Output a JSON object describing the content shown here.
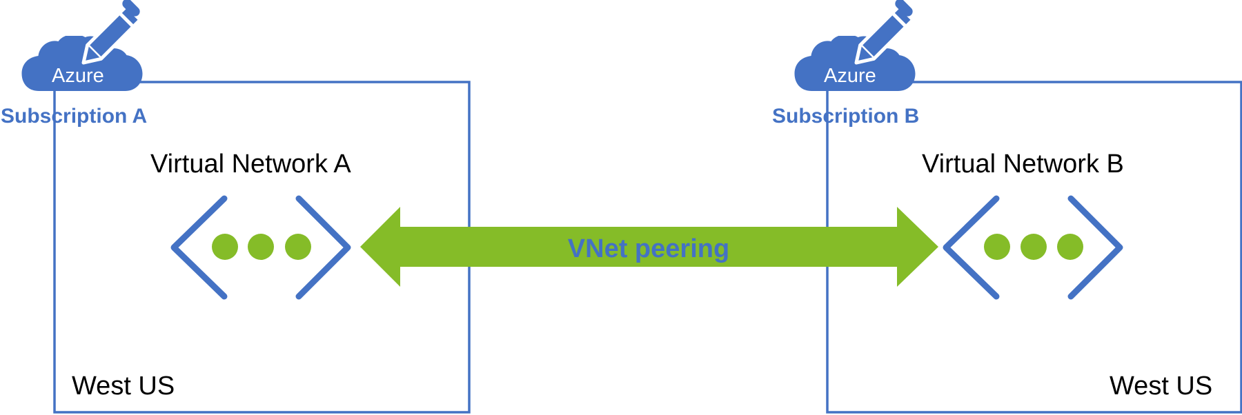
{
  "colors": {
    "azure_blue": "#4472c4",
    "peering_green": "#85bc28",
    "dot_green": "#85bc28",
    "text": "#000000",
    "background": "#ffffff"
  },
  "subscriptions": [
    {
      "azure_label": "Azure",
      "title": "Subscription A",
      "vnet_label": "Virtual Network A",
      "region": "West US",
      "icon": "azure-cloud-edit-icon",
      "vnet_icon": "virtual-network-icon"
    },
    {
      "azure_label": "Azure",
      "title": "Subscription B",
      "vnet_label": "Virtual Network B",
      "region": "West US",
      "icon": "azure-cloud-edit-icon",
      "vnet_icon": "virtual-network-icon"
    }
  ],
  "peering": {
    "label": "VNet peering",
    "type": "bidirectional-arrow"
  }
}
